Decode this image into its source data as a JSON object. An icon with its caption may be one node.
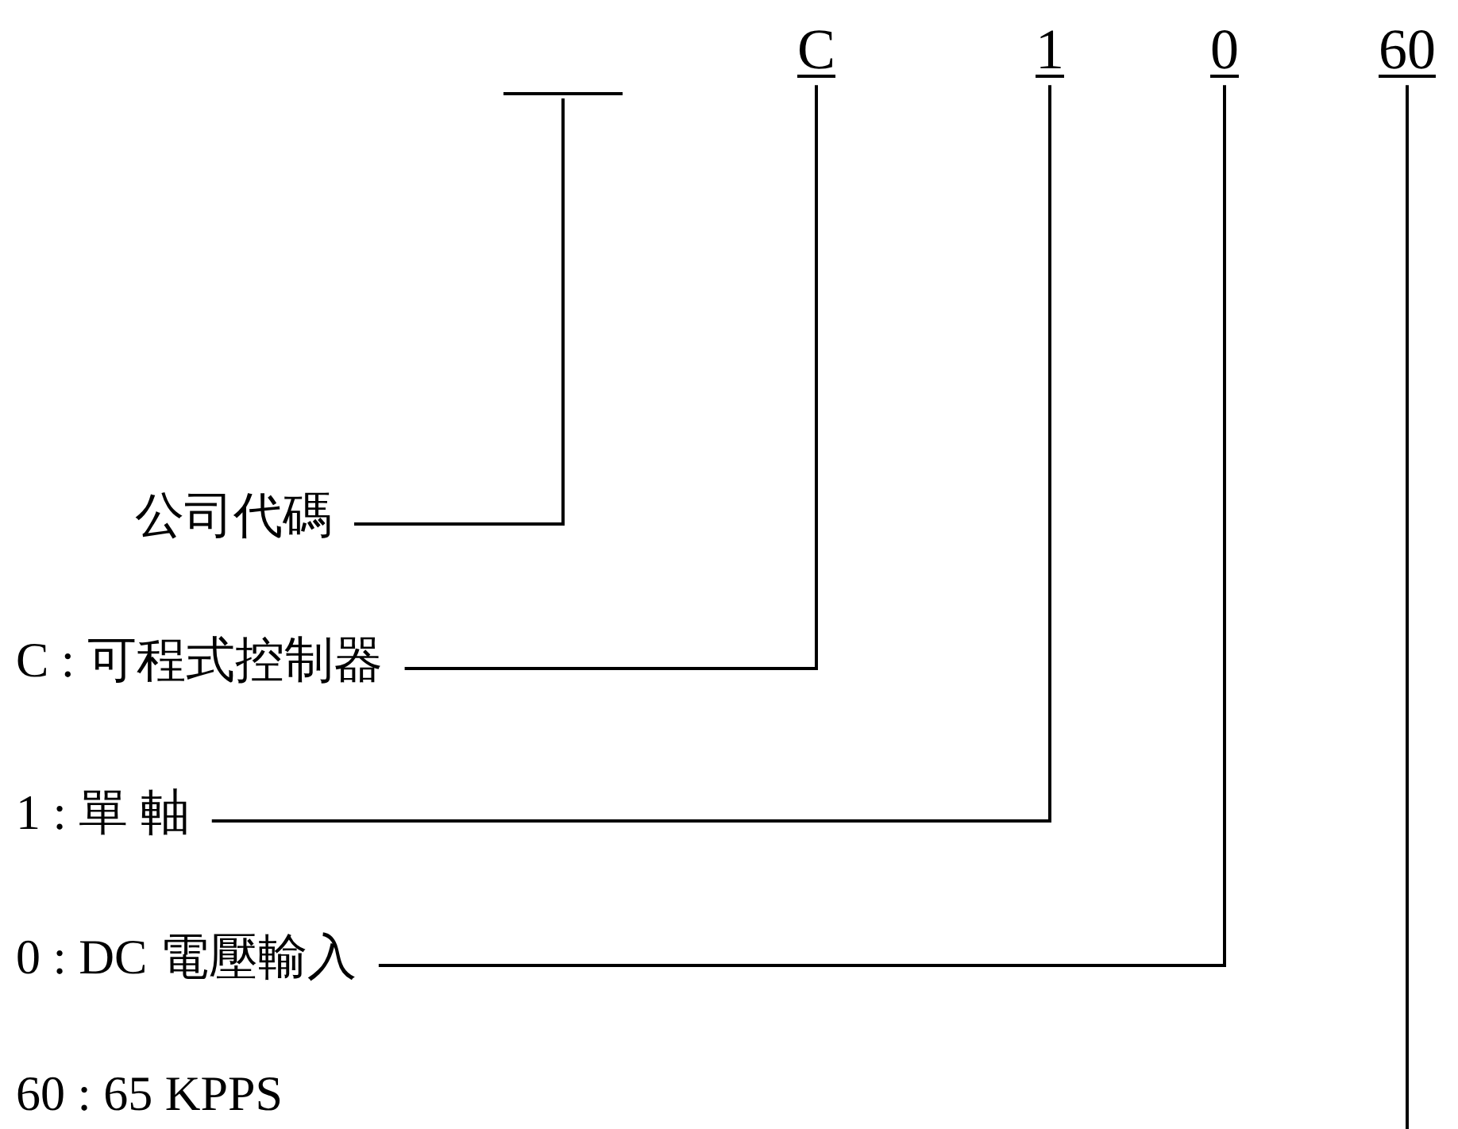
{
  "diagram": {
    "nodes": [
      {
        "text": [],
        "shape": "bar"
      },
      {
        "text": [
          "C"
        ]
      },
      {
        "text": [
          "1"
        ]
      },
      {
        "text": [
          "0"
        ]
      },
      {
        "text": [
          "60"
        ]
      },
      {
        "text": [
          "公司代碼"
        ]
      },
      {
        "text": [
          "C : 可程式控制器"
        ]
      },
      {
        "text": [
          "1 : 單 軸"
        ]
      },
      {
        "text": [
          "0 : DC 電壓輸入"
        ]
      }
    ],
    "edges": [
      {
        "from": 5,
        "to": 0,
        "arrow": "none"
      },
      {
        "from": 6,
        "to": 1,
        "arrow": "none"
      },
      {
        "from": 7,
        "to": 2,
        "arrow": "none"
      },
      {
        "from": 8,
        "to": 3,
        "arrow": "none"
      },
      {
        "from": null,
        "to": 4,
        "arrow": "none"
      }
    ],
    "labels": [
      "60 : 65 KPPS"
    ]
  }
}
